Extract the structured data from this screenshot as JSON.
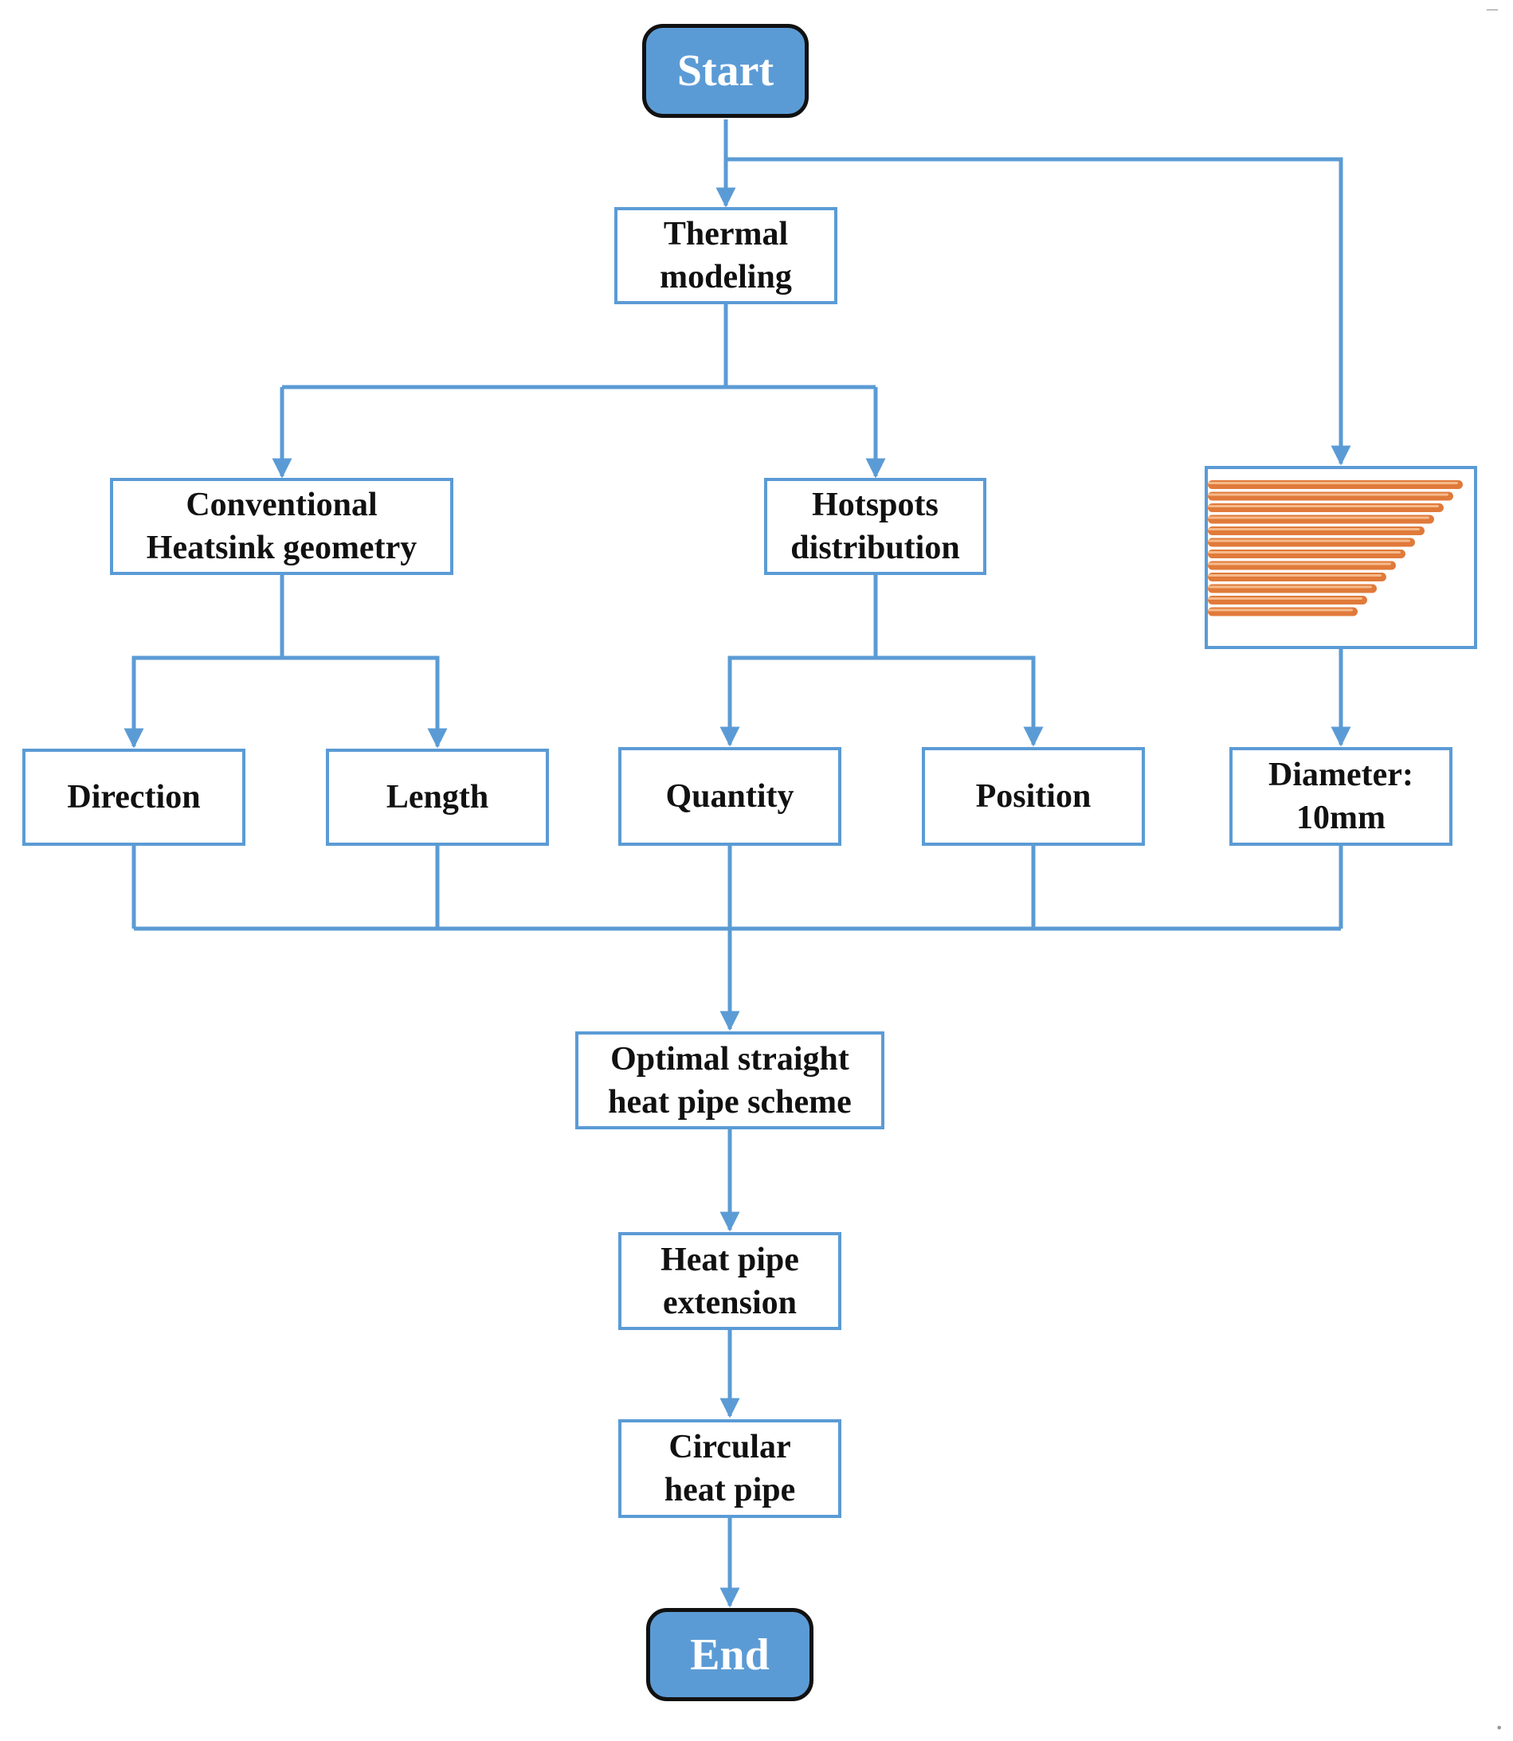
{
  "flowchart": {
    "start": "Start",
    "end": "End",
    "thermal_modeling": "Thermal\nmodeling",
    "conventional_heatsink": "Conventional\nHeatsink geometry",
    "hotspots_distribution": "Hotspots\ndistribution",
    "direction": "Direction",
    "length": "Length",
    "quantity": "Quantity",
    "position": "Position",
    "diameter": "Diameter:\n10mm",
    "optimal_scheme": "Optimal straight\nheat pipe scheme",
    "heat_pipe_extension": "Heat pipe\nextension",
    "circular_heat_pipe": "Circular\nheat pipe"
  },
  "colors": {
    "box_border": "#5b9bd5",
    "connector": "#5b9bd5",
    "terminal_fill": "#5b9bd5",
    "terminal_border": "#111111",
    "text": "#111111",
    "copper": "#e07a3a"
  },
  "picture": "copper heat pipes photo"
}
